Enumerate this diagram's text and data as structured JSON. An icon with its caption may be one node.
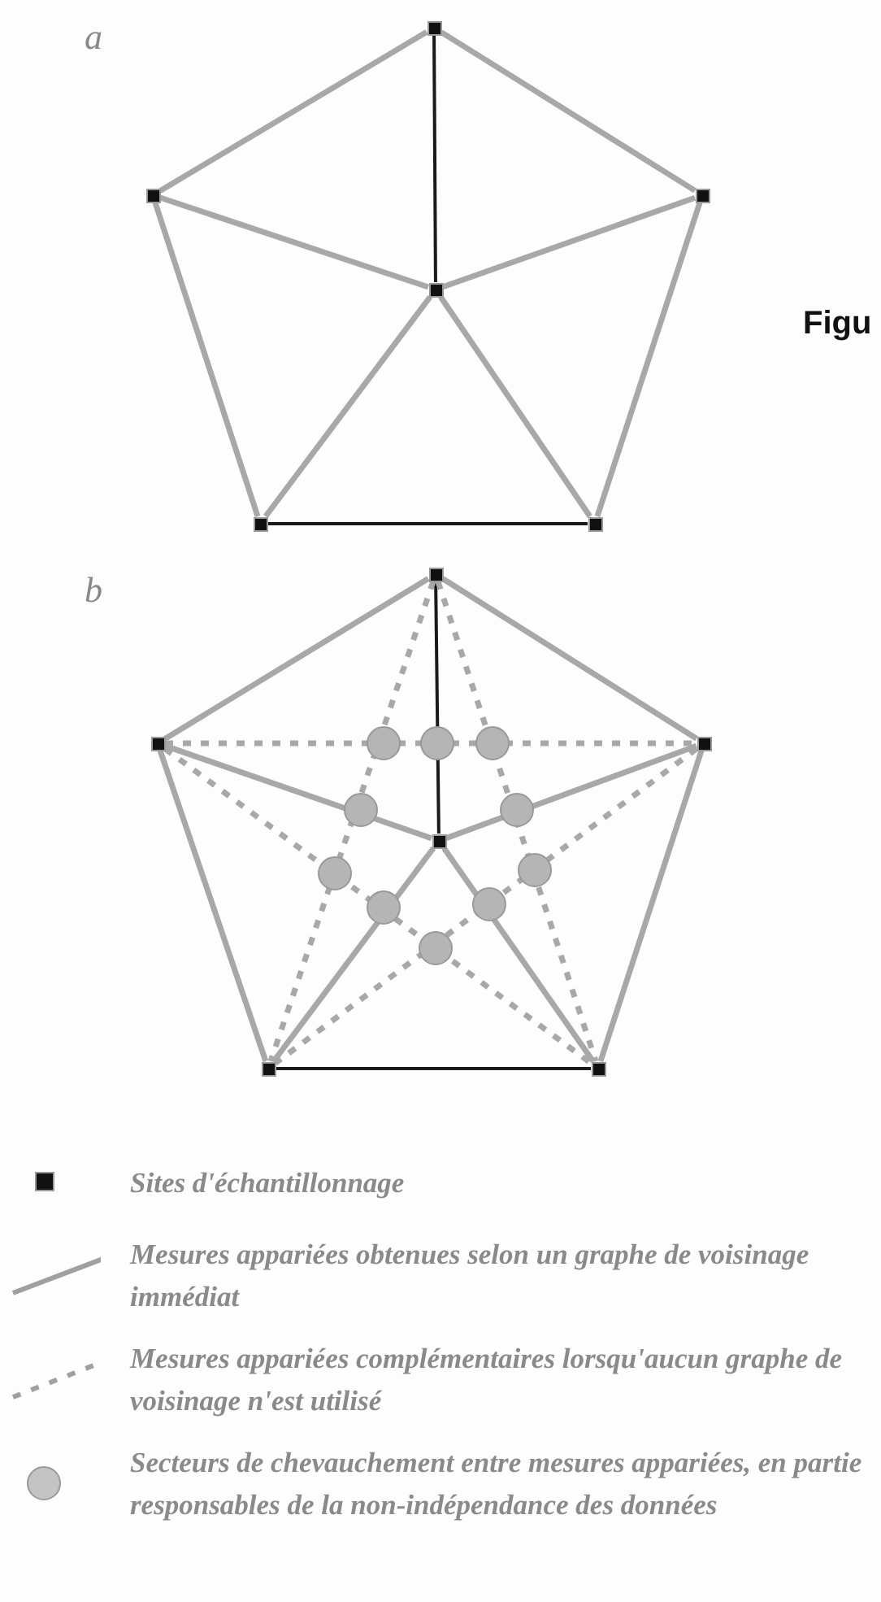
{
  "diagram": {
    "nodes": [
      {
        "text": [],
        "shape": "box"
      },
      {
        "text": [],
        "shape": "box"
      },
      {
        "text": [],
        "shape": "box"
      },
      {
        "text": [],
        "shape": "box"
      },
      {
        "text": [],
        "shape": "box"
      },
      {
        "text": [],
        "shape": "box"
      },
      {
        "text": [],
        "shape": "box"
      },
      {
        "text": [],
        "shape": "box"
      },
      {
        "text": [],
        "shape": "box"
      },
      {
        "text": [],
        "shape": "box"
      },
      {
        "text": [],
        "shape": "box"
      },
      {
        "text": [],
        "shape": "box"
      }
    ],
    "edges": [
      {
        "from": 0,
        "to": 1,
        "arrow": "none"
      },
      {
        "from": 0,
        "to": 2,
        "arrow": "none"
      },
      {
        "from": 0,
        "to": 3,
        "arrow": "none",
        "color": "#1a1a1a"
      },
      {
        "from": 1,
        "to": 3,
        "arrow": "none"
      },
      {
        "from": 2,
        "to": 3,
        "arrow": "none"
      },
      {
        "from": 1,
        "to": 4,
        "arrow": "none"
      },
      {
        "from": 2,
        "to": 5,
        "arrow": "none"
      },
      {
        "from": 3,
        "to": 4,
        "arrow": "none"
      },
      {
        "from": 3,
        "to": 5,
        "arrow": "none"
      },
      {
        "from": 4,
        "to": 5,
        "arrow": "none",
        "color": "#1a1a1a"
      },
      {
        "from": 6,
        "to": 7,
        "arrow": "none"
      },
      {
        "from": 6,
        "to": 8,
        "arrow": "none"
      },
      {
        "from": 6,
        "to": 9,
        "arrow": "none",
        "color": "#1a1a1a"
      },
      {
        "from": 7,
        "to": 9,
        "arrow": "none"
      },
      {
        "from": 8,
        "to": 9,
        "arrow": "none"
      },
      {
        "from": 7,
        "to": 10,
        "arrow": "none"
      },
      {
        "from": 8,
        "to": 11,
        "arrow": "none"
      },
      {
        "from": 9,
        "to": 10,
        "arrow": "none"
      },
      {
        "from": 9,
        "to": 11,
        "arrow": "none"
      },
      {
        "from": 10,
        "to": 11,
        "arrow": "none",
        "color": "#1a1a1a"
      },
      {
        "from": 6,
        "to": 10,
        "arrow": "none",
        "style": "dashed"
      },
      {
        "from": 6,
        "to": 11,
        "arrow": "none",
        "style": "dashed"
      },
      {
        "from": 7,
        "to": 8,
        "arrow": "none",
        "style": "dashed"
      },
      {
        "from": 7,
        "to": 11,
        "arrow": "none",
        "style": "dashed"
      },
      {
        "from": 8,
        "to": 10,
        "arrow": "none",
        "style": "dashed"
      }
    ],
    "labels": [
      "a",
      "Figu",
      "b"
    ],
    "legend": [
      {
        "text": "Sites d'échantillonnage"
      },
      {
        "text": "Mesures appariées obtenues selon un graphe de voisinage immédiat"
      },
      {
        "text": "Mesures appariées complémentaires lorsqu'aucun graphe de voisinage n'est utilisé"
      },
      {
        "text": "Secteurs de chevauchement entre mesures appariées, en partie responsables de la non-indépendance des données"
      }
    ]
  }
}
